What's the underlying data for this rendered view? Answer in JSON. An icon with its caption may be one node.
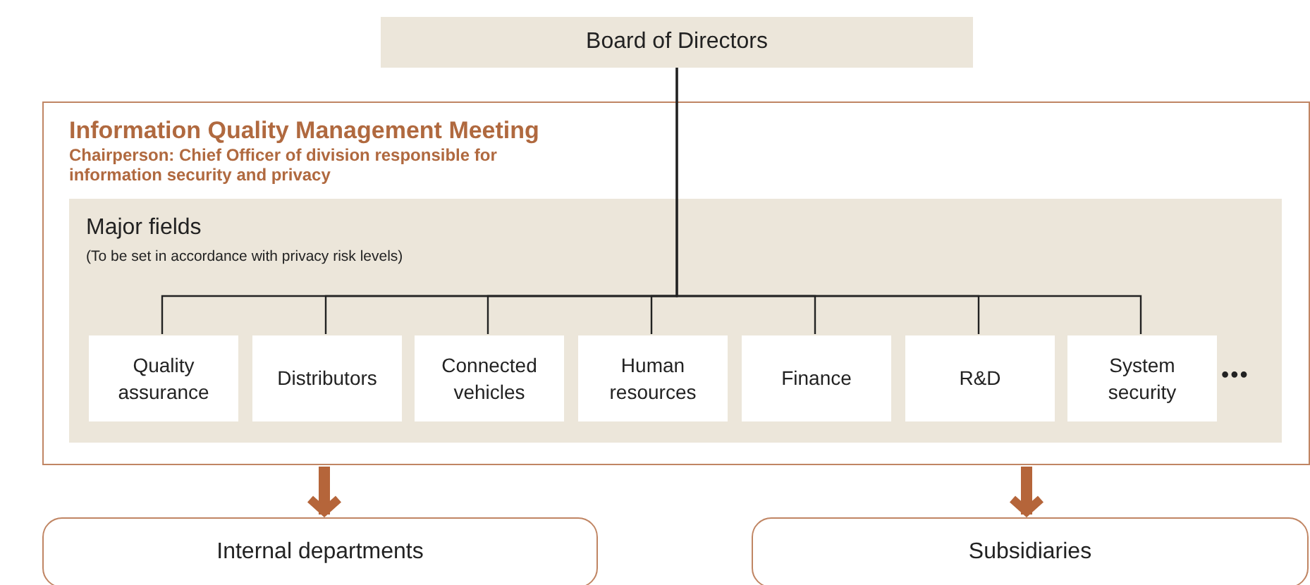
{
  "diagram": {
    "nodes": [
      {
        "text": [
          "Board of Directors"
        ]
      },
      {
        "text": [
          "Information Quality Management Meeting",
          "Chairperson: Chief Officer of division responsible for information security and privacy"
        ]
      },
      {
        "text": [
          "Major fields",
          "(To be set in accordance with privacy risk levels)"
        ],
        "in": 1
      },
      {
        "text": [
          "Quality assurance"
        ],
        "in": 2
      },
      {
        "text": [
          "Distributors"
        ],
        "in": 2
      },
      {
        "text": [
          "Connected vehicles"
        ],
        "in": 2
      },
      {
        "text": [
          "Human resources"
        ],
        "in": 2
      },
      {
        "text": [
          "Finance"
        ],
        "in": 2
      },
      {
        "text": [
          "R&D"
        ],
        "in": 2
      },
      {
        "text": [
          "System security"
        ],
        "in": 2
      },
      {
        "text": [
          "Internal departments"
        ]
      },
      {
        "text": [
          "Subsidiaries"
        ]
      }
    ],
    "edges": [
      {
        "from": 0,
        "to": 3,
        "arrow": "none"
      },
      {
        "from": 0,
        "to": 4,
        "arrow": "none"
      },
      {
        "from": 0,
        "to": 5,
        "arrow": "none"
      },
      {
        "from": 0,
        "to": 6,
        "arrow": "none"
      },
      {
        "from": 0,
        "to": 7,
        "arrow": "none"
      },
      {
        "from": 0,
        "to": 8,
        "arrow": "none"
      },
      {
        "from": 0,
        "to": 9,
        "arrow": "none"
      },
      {
        "from": 1,
        "to": 10,
        "arrow": "to",
        "style": "thick",
        "color": "#b5653a"
      },
      {
        "from": 1,
        "to": 11,
        "arrow": "to",
        "style": "thick",
        "color": "#b5653a"
      }
    ],
    "labels": [
      "•••"
    ]
  }
}
